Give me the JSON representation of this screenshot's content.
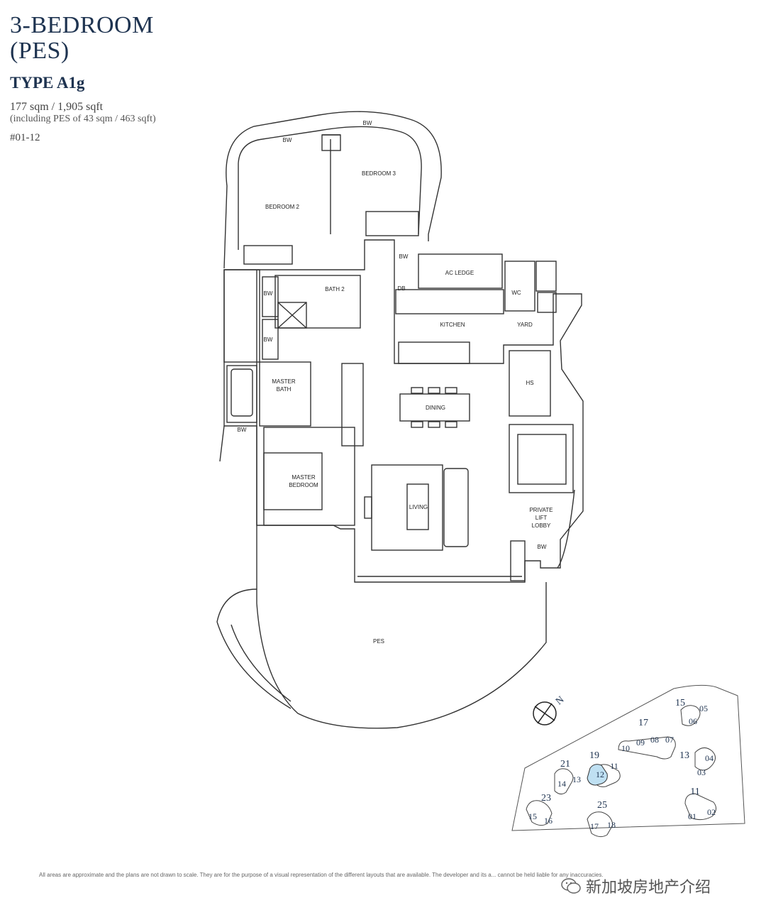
{
  "header": {
    "title_line1": "3-BEDROOM",
    "title_line2": "(PES)",
    "type": "TYPE A1g",
    "area": "177 sqm / 1,905 sqft",
    "pes_area": "(including PES of 43 sqm / 463 sqft)",
    "unit_no": "#01-12"
  },
  "rooms": {
    "bedroom2": "BEDROOM 2",
    "bedroom3": "BEDROOM 3",
    "bath2": "BATH 2",
    "master_bath_1": "MASTER",
    "master_bath_2": "BATH",
    "master_bed_1": "MASTER",
    "master_bed_2": "BEDROOM",
    "ac_ledge": "AC LEDGE",
    "kitchen": "KITCHEN",
    "yard": "YARD",
    "wc": "WC",
    "db": "DB",
    "hs": "HS",
    "dining": "DINING",
    "living": "LIVING",
    "lift_1": "PRIVATE",
    "lift_2": "LIFT",
    "lift_3": "LOBBY",
    "pes": "PES",
    "bw": "BW"
  },
  "key_plan": {
    "north": "N",
    "selected_unit": "12",
    "highlight_color": "#bfe0f2",
    "blocks": [
      "15",
      "17",
      "19",
      "21",
      "13",
      "23",
      "25",
      "11"
    ],
    "units": [
      "05",
      "06",
      "10",
      "09",
      "08",
      "07",
      "04",
      "03",
      "14",
      "13",
      "12",
      "11",
      "15",
      "16",
      "17",
      "18",
      "01",
      "02"
    ]
  },
  "disclaimer": "All areas are approximate and the plans are not drawn to scale. They are for the purpose of a visual representation of the different layouts that are available. The developer and its a... cannot be held liable for any inaccuracies.",
  "watermark": "新加坡房地产介绍"
}
